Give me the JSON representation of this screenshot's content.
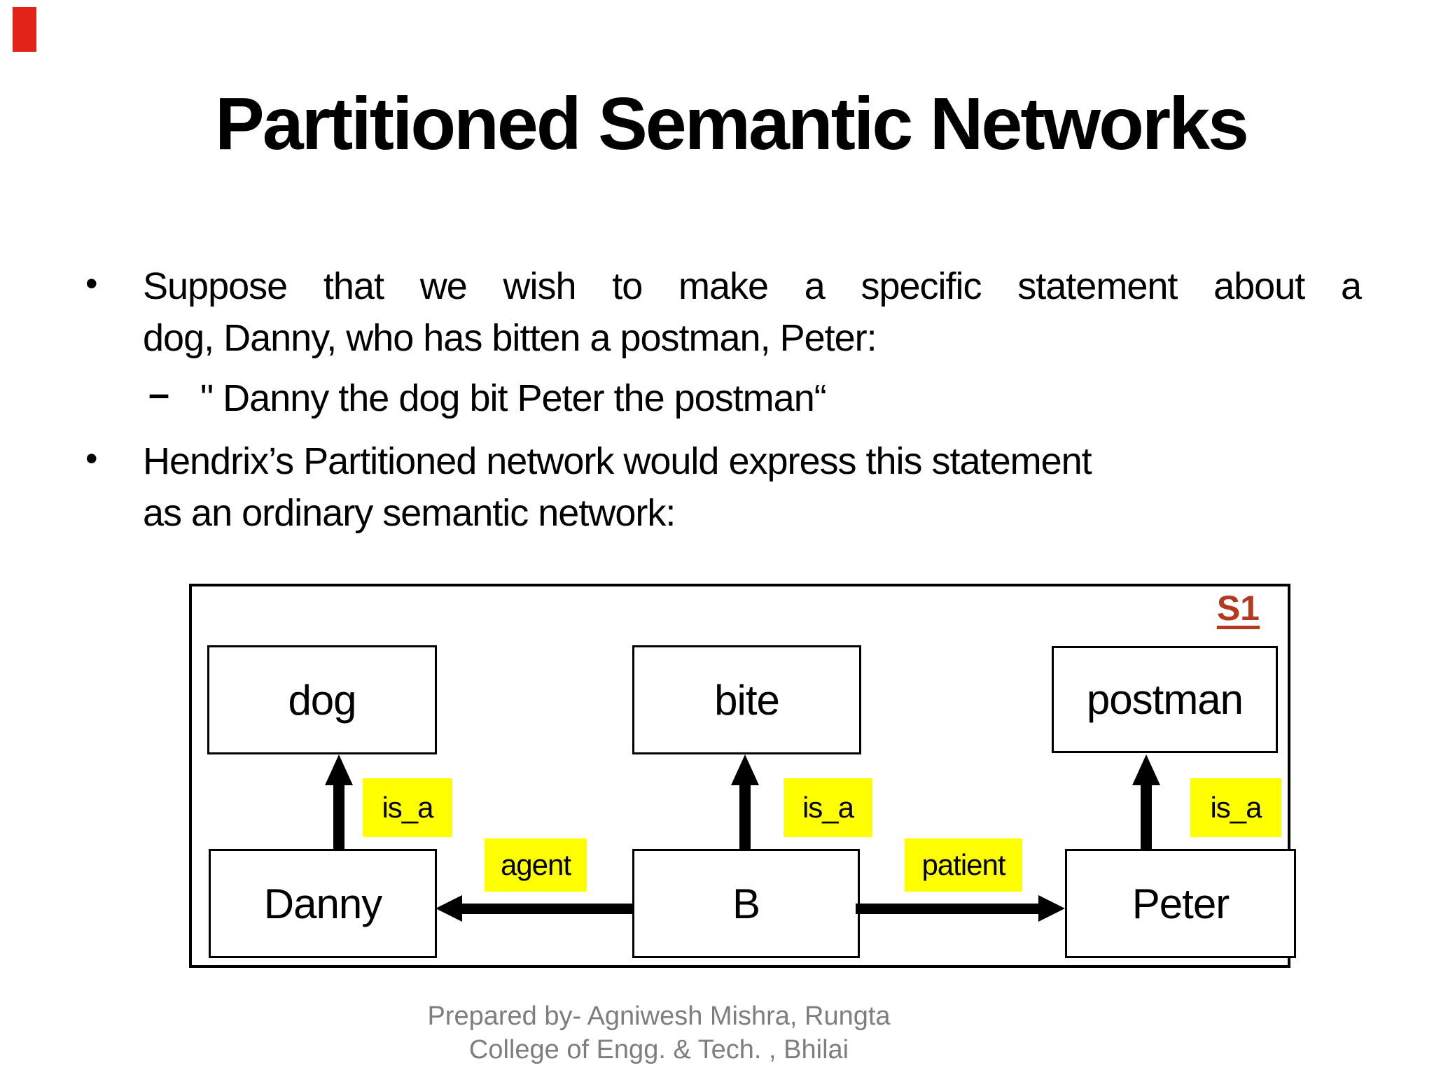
{
  "slide": {
    "title": "Partitioned Semantic Networks",
    "corner_mark_color": "#E2231A",
    "bullet1": {
      "marker": "•",
      "line1": "Suppose that we wish to make a specific statement about a",
      "line2": "dog, Danny, who has bitten a postman, Peter:"
    },
    "subbullet": {
      "marker": "–",
      "text": "\" Danny the dog bit Peter the postman“"
    },
    "bullet2": {
      "marker": "•",
      "line1": "Hendrix’s Partitioned network would express this statement",
      "line2": "as an ordinary semantic network:"
    },
    "diagram": {
      "partition_label": "S1",
      "partition_label_color": "#B5391F",
      "highlight_color": "#FFFF00",
      "nodes": {
        "dog": "dog",
        "bite": "bite",
        "postman": "postman",
        "danny": "Danny",
        "b": "B",
        "peter": "Peter"
      },
      "labels": {
        "isa_dog": "is_a",
        "isa_bite": "is_a",
        "isa_postman": "is_a",
        "agent": "agent",
        "patient": "patient"
      }
    },
    "footer": {
      "line1": "Prepared by- Agniwesh Mishra, Rungta",
      "line2": "College of Engg. & Tech. , Bhilai"
    }
  }
}
